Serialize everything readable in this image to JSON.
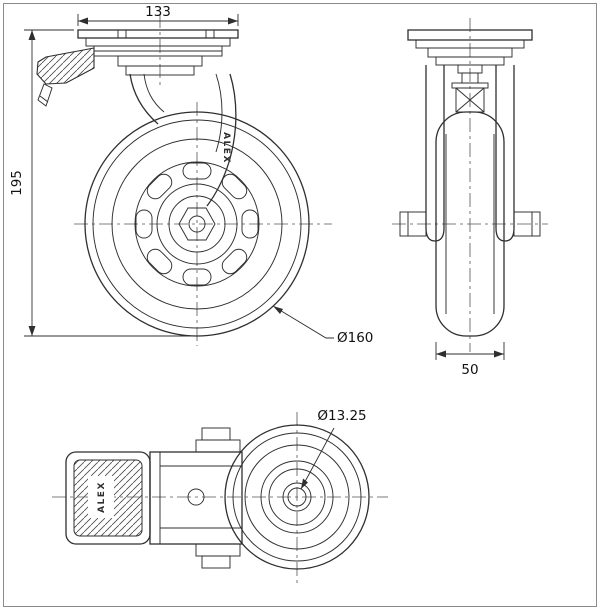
{
  "colors": {
    "line": "#2f2f2f",
    "background": "#ffffff"
  },
  "brand": "ALEX",
  "views": {
    "side": {
      "dim_plate_length": "133",
      "dim_overall_height": "195",
      "dim_wheel_diameter": "Ø160"
    },
    "front": {
      "dim_wheel_width": "50"
    },
    "plan": {
      "dim_bolt_hole": "Ø13.25"
    }
  }
}
